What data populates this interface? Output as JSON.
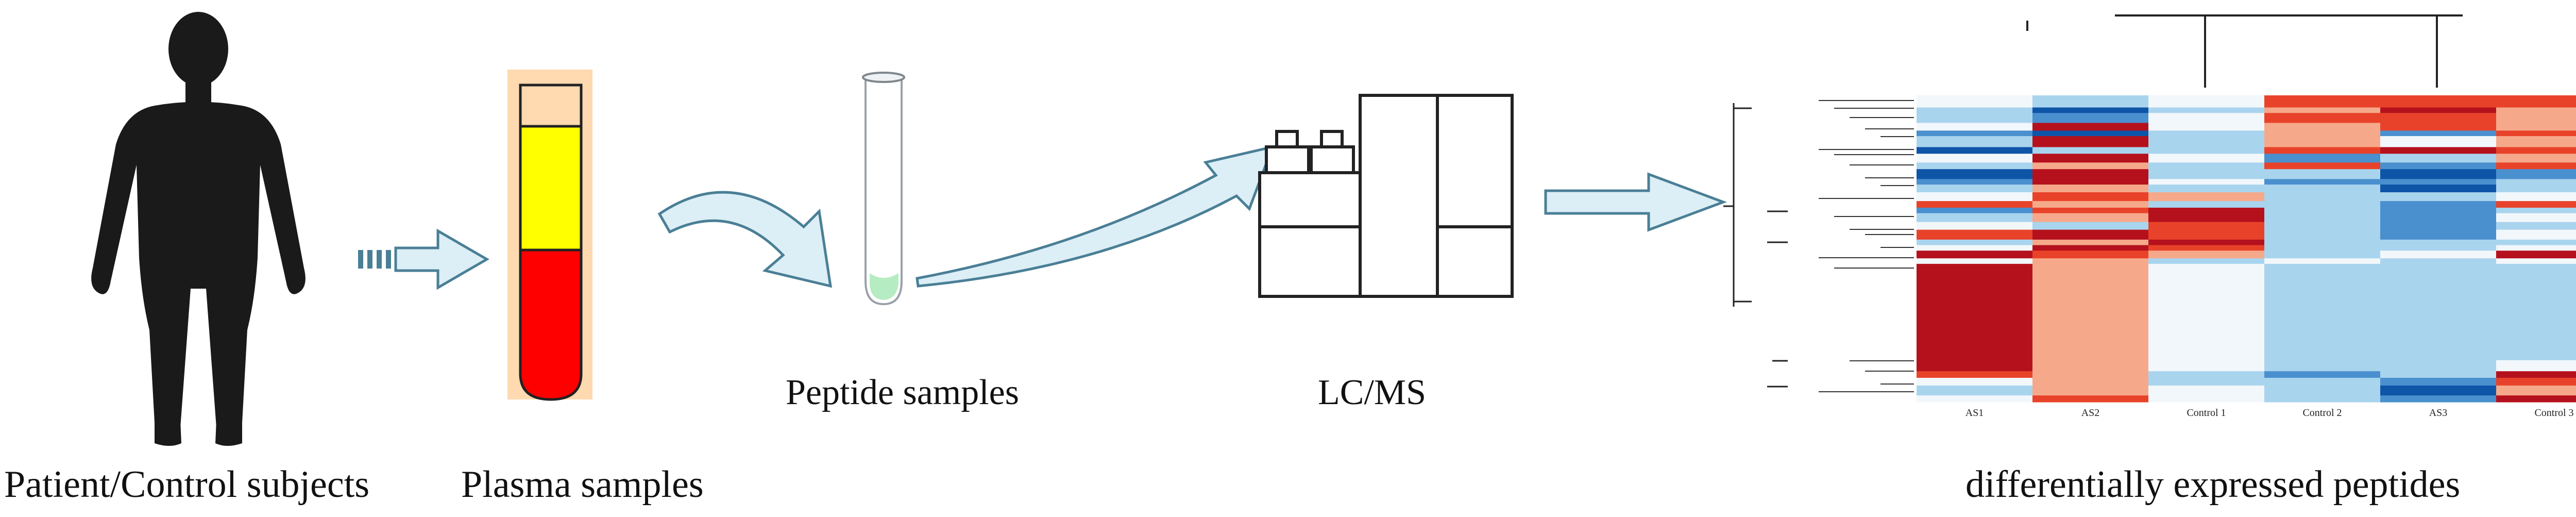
{
  "labels": {
    "subjects": "Patient/Control subjects",
    "plasma": "Plasma samples",
    "peptide": "Peptide samples",
    "lcms": "LC/MS",
    "result": "differentially expressed peptides"
  },
  "heatmap": {
    "columns": [
      "AS1",
      "AS2",
      "Control 1",
      "Control 2",
      "AS3",
      "Control 3"
    ],
    "colors": {
      "deep_red": "#b5111d",
      "red": "#e8432a",
      "light_red": "#f6a98a",
      "white": "#f2f7fb",
      "light_blue": "#a9d4ee",
      "blue": "#4a90cf",
      "deep_blue": "#0e55a8"
    }
  },
  "colors": {
    "tube_red": "#ff0000",
    "tube_yellow": "#ffff00",
    "tube_top": "#ffd9b0",
    "arrow_fill": "#dceef6",
    "arrow_stroke": "#4a7f96",
    "silhouette": "#1a1a1a"
  }
}
